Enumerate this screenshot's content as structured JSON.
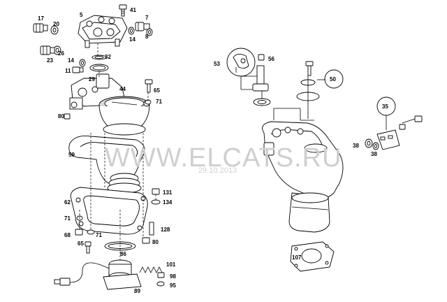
{
  "watermark": {
    "text": "WWW.ELCATS.RU",
    "date": "29.10.2013",
    "color": "#cfcfcf"
  },
  "part_numbers": {
    "p17": "17",
    "p5": "5",
    "p41": "41",
    "p20": "20",
    "p7": "7",
    "p8": "8",
    "p14a": "14",
    "p26": "26",
    "p32": "32",
    "p23": "23",
    "p14b": "14",
    "p11": "11",
    "p29": "29",
    "p44": "44",
    "p65": "65",
    "p71a": "71",
    "p80a": "80",
    "p59": "59",
    "p131": "131",
    "p134": "134",
    "p62": "62",
    "p71b": "71",
    "p68": "68",
    "p71c": "71",
    "p128": "128",
    "p65b": "65",
    "p86": "86",
    "p80b": "80",
    "p101": "101",
    "p98": "98",
    "p95": "95",
    "p89": "89",
    "p53": "53",
    "p56": "56",
    "p50": "50",
    "p35": "35",
    "p38a": "38",
    "p38b": "38",
    "p107": "107"
  }
}
